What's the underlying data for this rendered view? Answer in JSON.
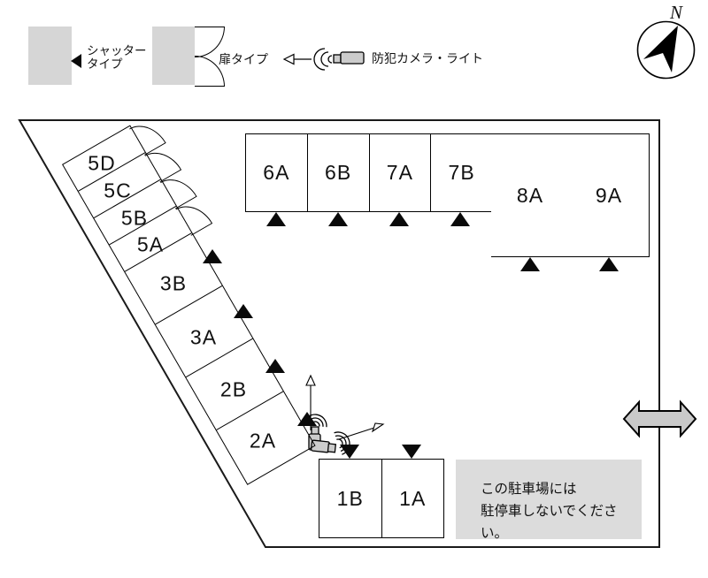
{
  "legend": {
    "shutter_type": {
      "line1": "シャッター",
      "line2": "タイプ"
    },
    "door_type": {
      "label": "扉タイプ"
    },
    "camera": {
      "label": "防犯カメラ・ライト"
    }
  },
  "compass": {
    "label": "N"
  },
  "spaces": {
    "angled": [
      {
        "id": "5D"
      },
      {
        "id": "5C"
      },
      {
        "id": "5B"
      },
      {
        "id": "5A"
      },
      {
        "id": "3B"
      },
      {
        "id": "3A"
      },
      {
        "id": "2B"
      },
      {
        "id": "2A"
      }
    ],
    "top_row": [
      {
        "id": "6A"
      },
      {
        "id": "6B"
      },
      {
        "id": "7A"
      },
      {
        "id": "7B"
      },
      {
        "id": "8A"
      },
      {
        "id": "9A"
      }
    ],
    "bottom_row": [
      {
        "id": "1B"
      },
      {
        "id": "1A"
      }
    ]
  },
  "notice": {
    "line1": "この駐車場には",
    "line2": "駐停車しないでください。"
  },
  "colors": {
    "gray_fill": "#d6d6d6",
    "notice_fill": "#dcdcdc",
    "arrow_fill": "#c9c9c9",
    "line": "#000000"
  }
}
